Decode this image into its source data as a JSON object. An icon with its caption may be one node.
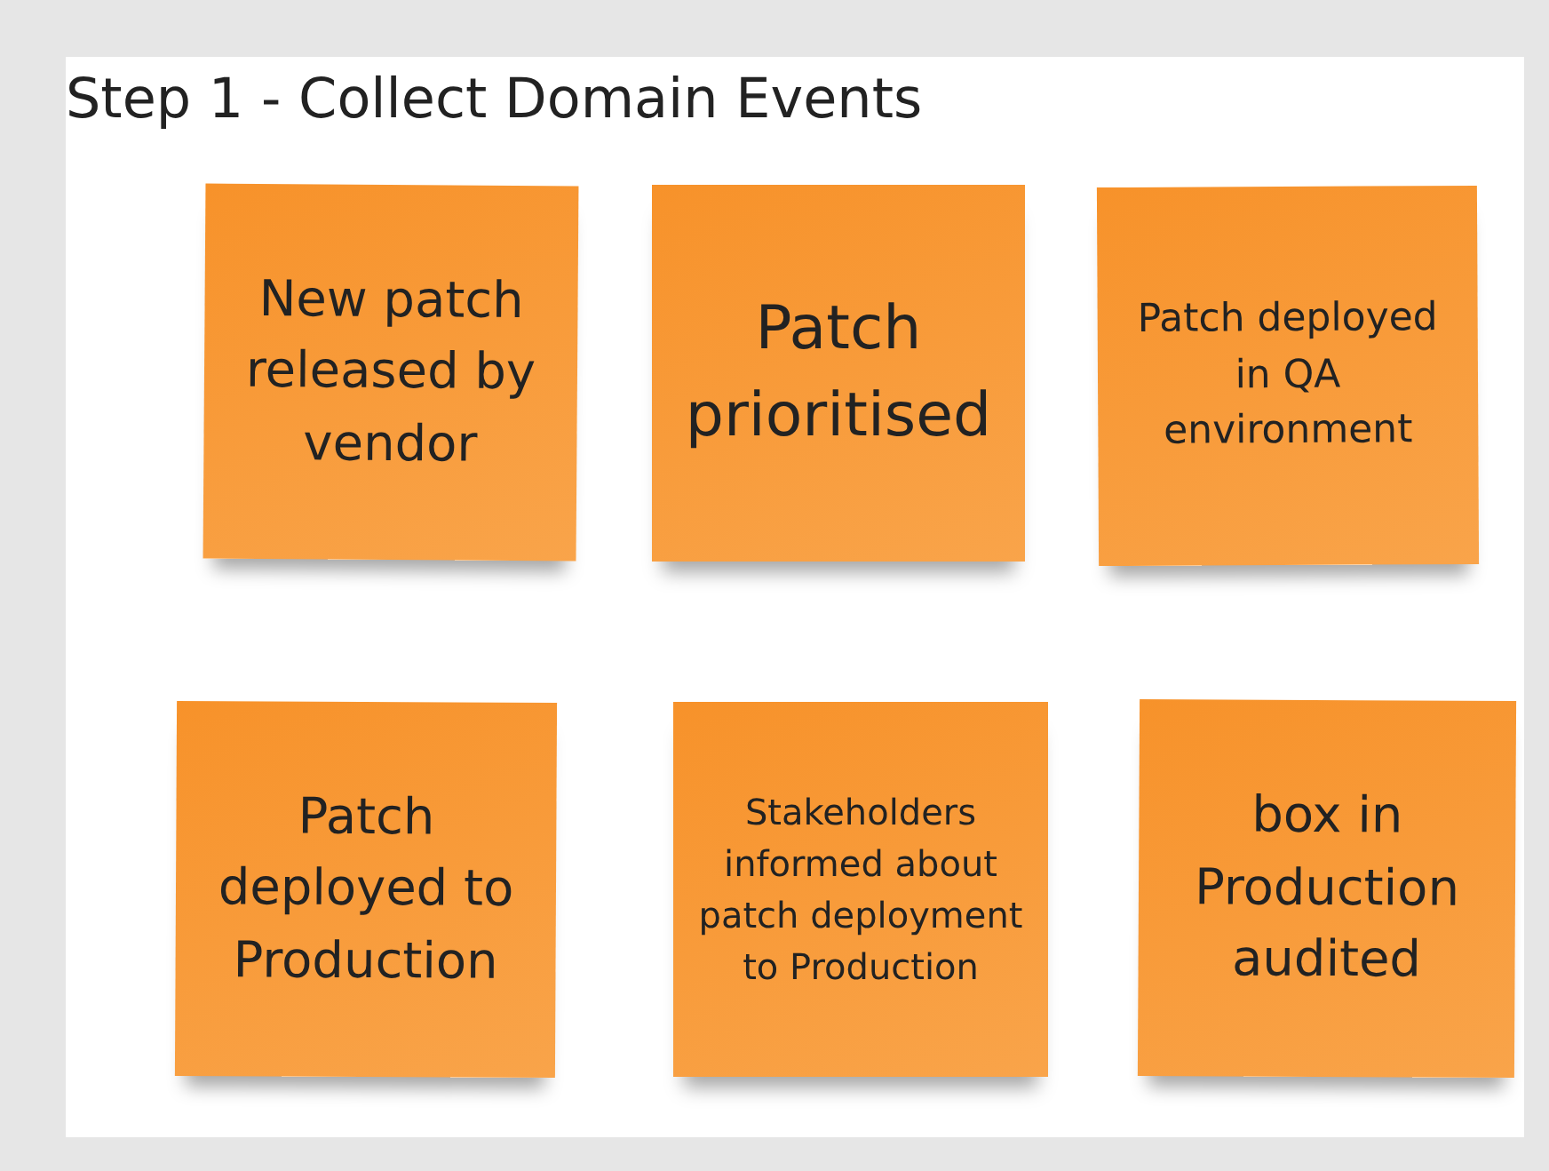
{
  "diagram": {
    "title": "Step 1 - Collect Domain Events",
    "nodes": [
      {
        "text": [
          "New patch released by vendor"
        ]
      },
      {
        "text": [
          "Patch prioritised"
        ]
      },
      {
        "text": [
          "Patch deployed in QA environment"
        ]
      },
      {
        "text": [
          "Patch deployed to Production"
        ]
      },
      {
        "text": [
          "Stakeholders informed about patch deployment to Production"
        ]
      },
      {
        "text": [
          "box in Production audited"
        ]
      }
    ]
  }
}
